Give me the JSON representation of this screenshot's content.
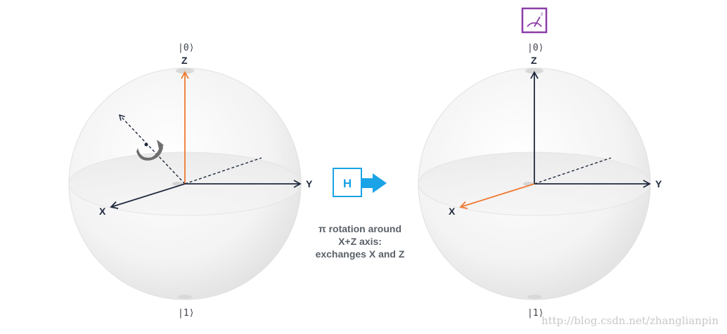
{
  "left_sphere": {
    "ket_top": "|0⟩",
    "ket_bottom": "|1⟩",
    "axis_z": "Z",
    "axis_y": "Y",
    "axis_x": "X"
  },
  "gate": {
    "label": "H",
    "color": "#1aa3e6"
  },
  "caption": {
    "line1": "π rotation around",
    "line2": "X+Z axis:",
    "line3": "exchanges X and Z"
  },
  "right_sphere": {
    "ket_top": "|0⟩",
    "ket_bottom": "|1⟩",
    "axis_z": "Z",
    "axis_y": "Y",
    "axis_x": "X",
    "measurement_icon": "measurement-meter-icon"
  },
  "watermark": "http://blog.csdn.net/zhanglianpin",
  "colors": {
    "highlight_axis": "#ef7a32",
    "axis": "#1f2a3d",
    "meter": "#8a3ea8"
  }
}
